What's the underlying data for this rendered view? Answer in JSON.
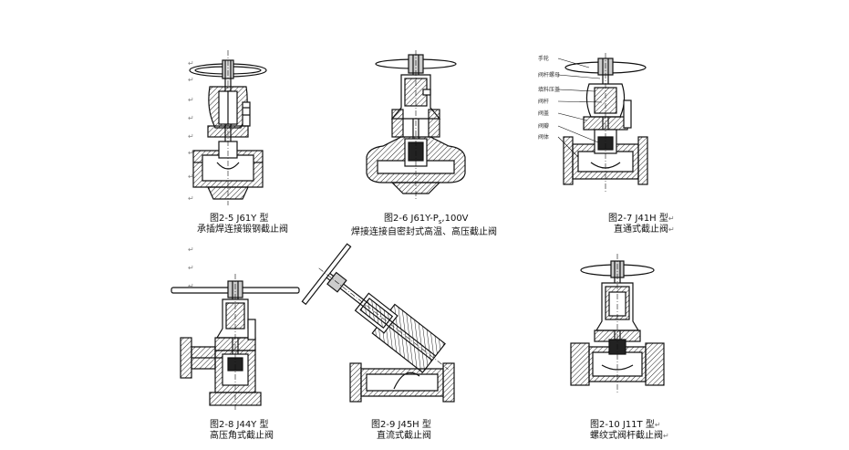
{
  "figures": [
    {
      "code": "图2-5 J61Y 型",
      "name": "承插焊连接锻钢截止阀"
    },
    {
      "code": "图2-6 J61Y-P",
      "sub": "s",
      "code_tail": "100V",
      "name": "焊接连接自密封式高温、高压截止阀"
    },
    {
      "code": "图2-7 J41H 型",
      "name": "直通式截止阀"
    },
    {
      "code": "图2-8 J44Y 型",
      "name": "高压角式截止阀"
    },
    {
      "code": "图2-9 J45H 型",
      "name": "直流式截止阀"
    },
    {
      "code": "图2-10 J11T 型",
      "name": "螺纹式阀杆截止阀"
    }
  ],
  "part_labels": [
    "手轮",
    "阀杆螺母",
    "填料压盖",
    "阀杆",
    "阀盖",
    "阀瓣",
    "阀体"
  ],
  "return_mark": "↵"
}
